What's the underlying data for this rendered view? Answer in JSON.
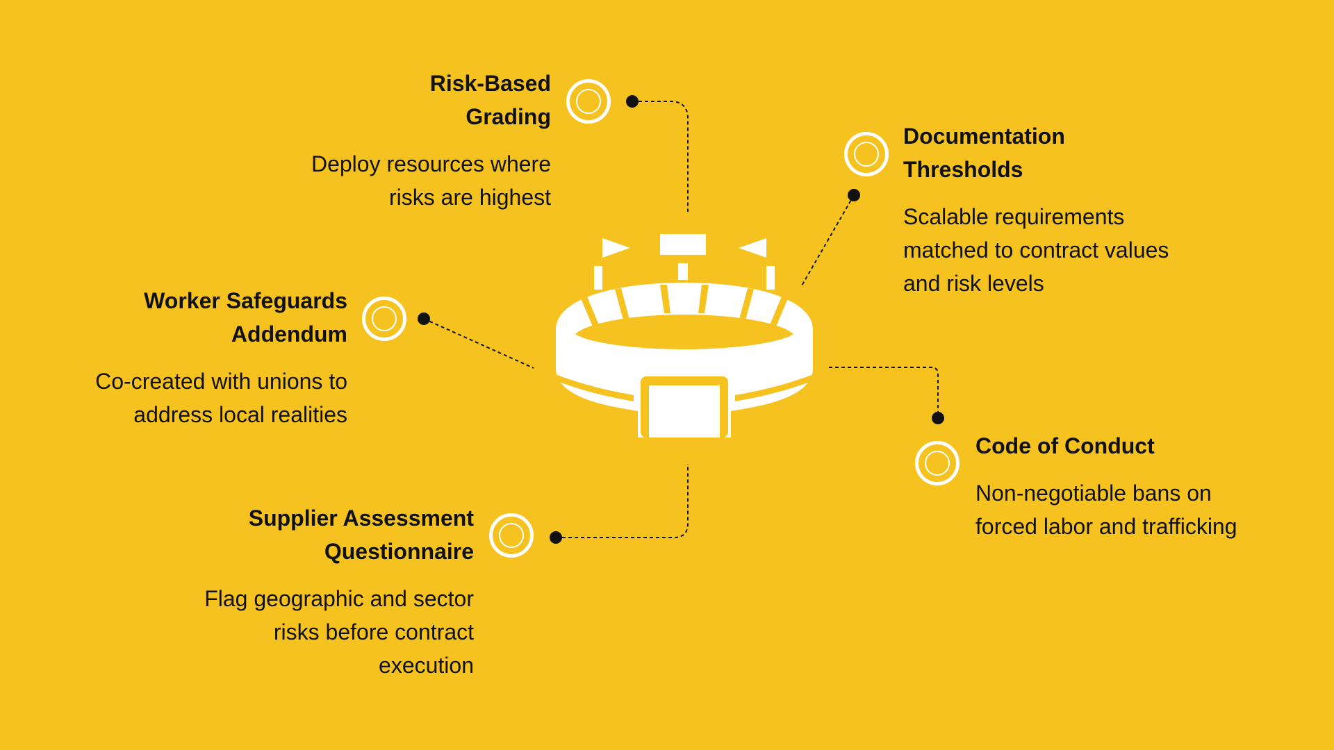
{
  "colors": {
    "background": "#F5C21F",
    "icon": "#FFFFFF",
    "text": "#111111",
    "connector": "#111111"
  },
  "center": {
    "icon": "stadium-icon"
  },
  "items": [
    {
      "id": "risk-based-grading",
      "title_lines": [
        "Risk-Based",
        "Grading"
      ],
      "desc_lines": [
        "Deploy resources where",
        "risks are highest"
      ]
    },
    {
      "id": "documentation-thresholds",
      "title_lines": [
        "Documentation",
        "Thresholds"
      ],
      "desc_lines": [
        "Scalable requirements",
        "matched to contract values",
        "and risk levels"
      ]
    },
    {
      "id": "worker-safeguards-addendum",
      "title_lines": [
        "Worker Safeguards",
        "Addendum"
      ],
      "desc_lines": [
        "Co-created with unions to",
        "address local realities"
      ]
    },
    {
      "id": "code-of-conduct",
      "title_lines": [
        "Code of Conduct"
      ],
      "desc_lines": [
        "Non-negotiable bans on",
        "forced labor and trafficking"
      ]
    },
    {
      "id": "supplier-assessment-questionnaire",
      "title_lines": [
        "Supplier Assessment",
        "Questionnaire"
      ],
      "desc_lines": [
        "Flag geographic and sector",
        "risks before contract",
        "execution"
      ]
    }
  ]
}
